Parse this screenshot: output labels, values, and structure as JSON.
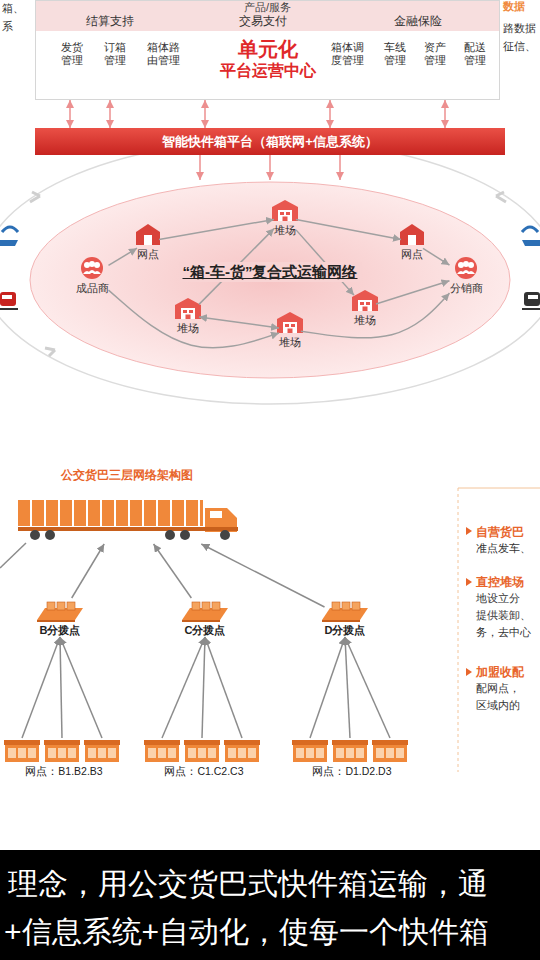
{
  "diagram": {
    "nodes": [
      {
        "text": [
          "产品/服务",
          "单元化",
          "平台运营中心"
        ]
      },
      {
        "text": [
          "结算支持"
        ],
        "in": 0
      },
      {
        "text": [
          "交易支付"
        ],
        "in": 0
      },
      {
        "text": [
          "金融保险"
        ],
        "in": 0
      },
      {
        "text": [
          "发货管理"
        ],
        "in": 0
      },
      {
        "text": [
          "订箱管理"
        ],
        "in": 0
      },
      {
        "text": [
          "箱体路由管理"
        ],
        "in": 0
      },
      {
        "text": [
          "箱体调度管理"
        ],
        "in": 0
      },
      {
        "text": [
          "车线管理"
        ],
        "in": 0
      },
      {
        "text": [
          "资产管理"
        ],
        "in": 0
      },
      {
        "text": [
          "配送管理"
        ],
        "in": 0
      },
      {
        "text": [
          "智能快件箱平台（箱联网+信息系统）"
        ]
      },
      {
        "text": [
          "“箱-车-货”复合式运输网络"
        ]
      },
      {
        "text": [
          "堆场"
        ],
        "in": 12
      },
      {
        "text": [
          "网点"
        ],
        "in": 12
      },
      {
        "text": [
          "网点"
        ],
        "in": 12
      },
      {
        "text": [
          "成品商"
        ],
        "in": 12
      },
      {
        "text": [
          "分销商"
        ],
        "in": 12
      },
      {
        "text": [
          "堆场"
        ],
        "in": 12
      },
      {
        "text": [
          "堆场"
        ],
        "in": 12
      },
      {
        "text": [
          "堆场"
        ],
        "in": 12
      },
      {
        "text": [
          "公交货巴三层网络架构图"
        ]
      },
      {
        "text": [
          "B分拨点"
        ]
      },
      {
        "text": [
          "C分拨点"
        ]
      },
      {
        "text": [
          "D分拨点"
        ]
      },
      {
        "text": [
          "网点：B1.B2.B3"
        ]
      },
      {
        "text": [
          "网点：C1.C2.C3"
        ]
      },
      {
        "text": [
          "网点：D1.D2.D3"
        ]
      },
      {
        "text": [
          "自营货巴",
          "准点发车、"
        ]
      },
      {
        "text": [
          "直控堆场",
          "地设立分 提供装卸、 务，去中心"
        ]
      },
      {
        "text": [
          "加盟收配",
          "配网点， 区域内的"
        ]
      }
    ],
    "edges": [
      {
        "from": 0,
        "to": 11,
        "arrow": "both"
      },
      {
        "from": 0,
        "to": 11,
        "arrow": "both"
      },
      {
        "from": 0,
        "to": 11,
        "arrow": "both"
      },
      {
        "from": 0,
        "to": 11,
        "arrow": "both"
      },
      {
        "from": 0,
        "to": 11,
        "arrow": "both"
      },
      {
        "from": 11,
        "to": 12,
        "arrow": "to"
      },
      {
        "from": 11,
        "to": 12,
        "arrow": "to"
      },
      {
        "from": 11,
        "to": 12,
        "arrow": "to"
      },
      {
        "from": 14,
        "to": 13,
        "arrow": "to"
      },
      {
        "from": 13,
        "to": 15,
        "arrow": "to"
      },
      {
        "from": 15,
        "to": 17,
        "arrow": "to"
      },
      {
        "from": 16,
        "to": 14,
        "arrow": "to"
      },
      {
        "from": 19,
        "to": 13,
        "arrow": "to"
      },
      {
        "from": 13,
        "to": 18,
        "arrow": "to"
      },
      {
        "from": 16,
        "to": 20,
        "arrow": "to"
      },
      {
        "from": 19,
        "to": 20,
        "arrow": "both"
      },
      {
        "from": 20,
        "to": 17,
        "arrow": "to"
      },
      {
        "from": 18,
        "to": 17,
        "arrow": "to"
      },
      {
        "from": 22,
        "to": 21,
        "arrow": "to"
      },
      {
        "from": 23,
        "to": 21,
        "arrow": "to"
      },
      {
        "from": 24,
        "to": 21,
        "arrow": "to"
      },
      {
        "from": 25,
        "to": 22,
        "arrow": "to"
      },
      {
        "from": 25,
        "to": 22,
        "arrow": "to"
      },
      {
        "from": 25,
        "to": 22,
        "arrow": "to"
      },
      {
        "from": 26,
        "to": 23,
        "arrow": "to"
      },
      {
        "from": 26,
        "to": 23,
        "arrow": "to"
      },
      {
        "from": 26,
        "to": 23,
        "arrow": "to"
      },
      {
        "from": 27,
        "to": 24,
        "arrow": "to"
      },
      {
        "from": 27,
        "to": 24,
        "arrow": "to"
      },
      {
        "from": 27,
        "to": 24,
        "arrow": "to"
      }
    ],
    "labels": [
      "箱、",
      "系",
      "数据",
      "路数据",
      "征信、",
      "理念，用公交货巴式快件箱运输，通",
      "+信息系统+自动化，使每一个快件箱"
    ]
  }
}
